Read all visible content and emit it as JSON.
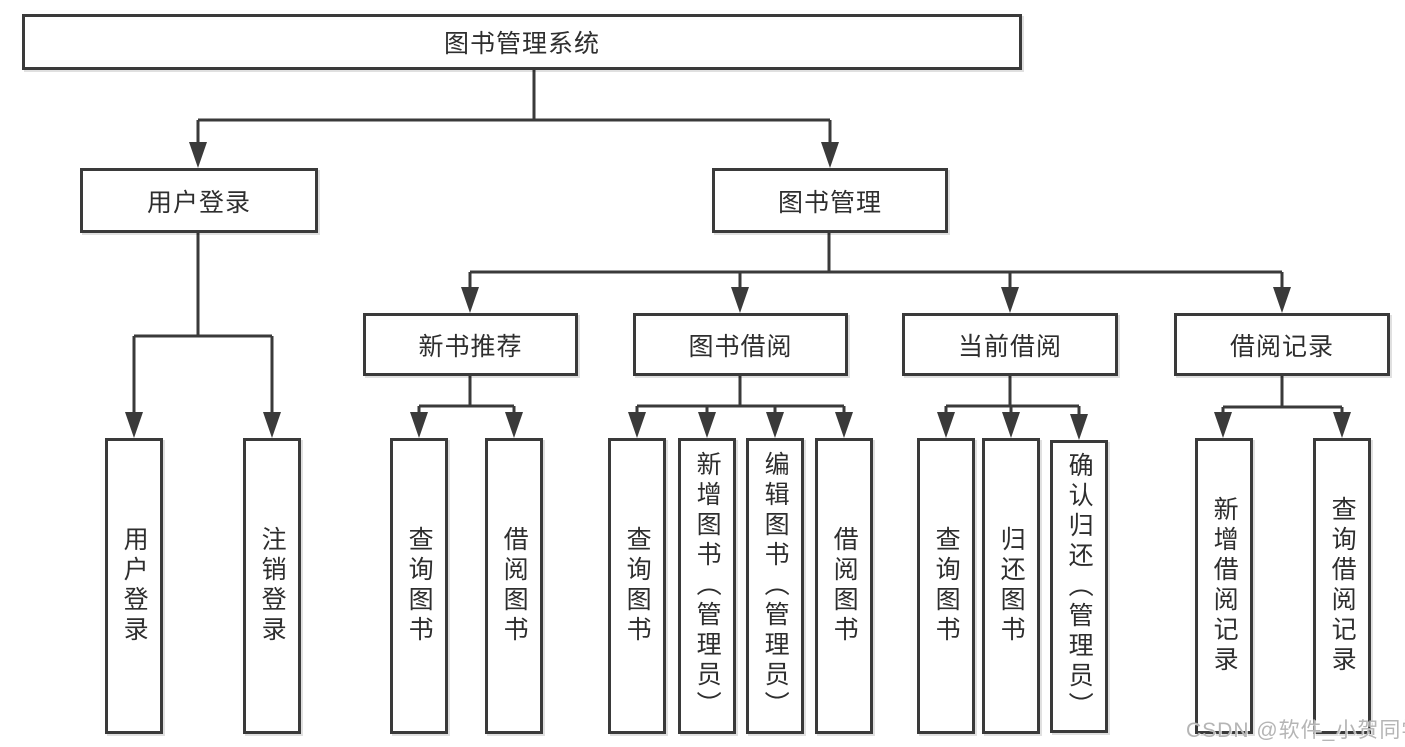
{
  "tree": {
    "label": "图书管理系统",
    "children": [
      {
        "label": "用户登录",
        "children": [
          {
            "label": "用户登录"
          },
          {
            "label": "注销登录"
          }
        ]
      },
      {
        "label": "图书管理",
        "children": [
          {
            "label": "新书推荐",
            "children": [
              {
                "label": "查询图书"
              },
              {
                "label": "借阅图书"
              }
            ]
          },
          {
            "label": "图书借阅",
            "children": [
              {
                "label": "查询图书"
              },
              {
                "label": "新增图书（管理员）"
              },
              {
                "label": "编辑图书（管理员）"
              },
              {
                "label": "借阅图书"
              }
            ]
          },
          {
            "label": "当前借阅",
            "children": [
              {
                "label": "查询图书"
              },
              {
                "label": "归还图书"
              },
              {
                "label": "确认归还（管理员）"
              }
            ]
          },
          {
            "label": "借阅记录",
            "children": [
              {
                "label": "新增借阅记录"
              },
              {
                "label": "查询借阅记录"
              }
            ]
          }
        ]
      }
    ]
  },
  "watermark": {
    "text": "CSDN @软件_小贺同学"
  },
  "colors": {
    "line": "#3a3a3a",
    "box_border": "#3a3a3a",
    "box_fill": "#ffffff",
    "text": "#2e2e2e",
    "background": "#ffffff",
    "watermark": "#b5b5b5"
  }
}
